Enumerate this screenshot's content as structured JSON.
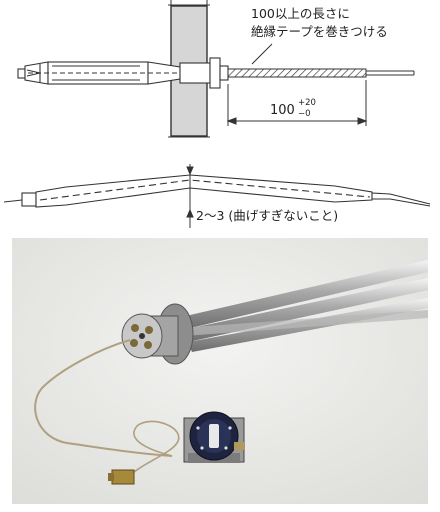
{
  "top_drawing": {
    "note_line1": "100以上の長さに",
    "note_line2": "絶縁テープを巻きつける",
    "dimension": {
      "value": "100",
      "tol_plus": "+20",
      "tol_minus": "−0"
    }
  },
  "bend_drawing": {
    "label": "2〜3 (曲げすぎないこと)"
  },
  "photo": {
    "subject": "thermostat-with-immersion-heater"
  },
  "colors": {
    "line": "#333333",
    "wall": "#d6d6d6",
    "photo_bg": "#e9e9e7",
    "dial": "#1e2440"
  }
}
